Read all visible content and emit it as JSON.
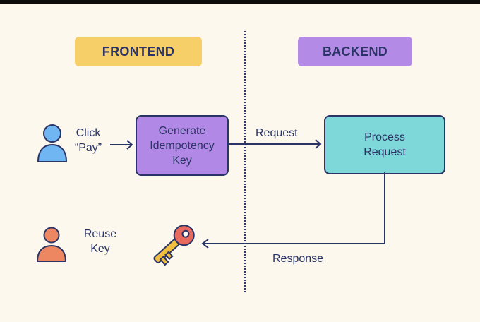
{
  "columns": {
    "frontend": "FRONTEND",
    "backend": "BACKEND"
  },
  "steps": {
    "click": [
      "Click",
      "“Pay”"
    ],
    "generate": [
      "Generate",
      "Idempotency",
      "Key"
    ],
    "request_label": "Request",
    "process": [
      "Process",
      "Request"
    ],
    "response_label": "Response",
    "reuse": [
      "Reuse",
      "Key"
    ]
  },
  "colors": {
    "background": "#fdf8ee",
    "frontend_pill": "#f6cf69",
    "backend_pill": "#b38be6",
    "generate_box": "#b288e6",
    "process_box": "#7ed7d8",
    "user_blue": "#6fb6f2",
    "user_orange": "#ec8762",
    "key_gold": "#f1bf3f",
    "key_red": "#e86a5f",
    "ink": "#2a3566"
  },
  "icons": [
    "user-icon-blue",
    "user-icon-orange",
    "key-icon"
  ]
}
